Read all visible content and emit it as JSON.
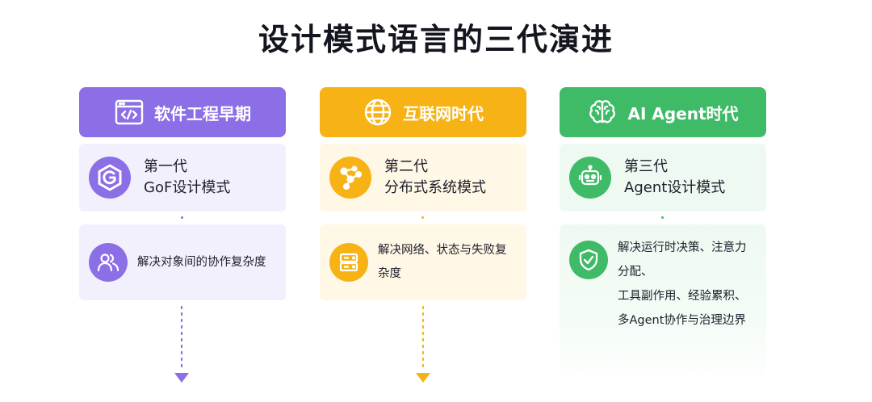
{
  "title": "设计模式语言的三代演进",
  "columns": [
    {
      "era": "软件工程早期",
      "era_icon": "code-window-icon",
      "generation_line1": "第一代",
      "generation_line2": "GoF设计模式",
      "generation_icon": "g-hexagon-icon",
      "description": [
        "解决对象间的协作复杂度"
      ],
      "description_icon": "users-icon",
      "color": "#8c6ee6"
    },
    {
      "era": "互联网时代",
      "era_icon": "globe-icon",
      "generation_line1": "第二代",
      "generation_line2": "分布式系统模式",
      "generation_icon": "network-nodes-icon",
      "description": [
        "解决网络、状态与失败复",
        "杂度"
      ],
      "description_icon": "server-icon",
      "color": "#f7b316"
    },
    {
      "era": "AI Agent时代",
      "era_icon": "brain-icon",
      "generation_line1": "第三代",
      "generation_line2": "Agent设计模式",
      "generation_icon": "robot-icon",
      "description": [
        "解决运行时决策、注意力",
        "分配、",
        "工具副作用、经验累积、",
        "多Agent协作与治理边界"
      ],
      "description_icon": "shield-check-icon",
      "color": "#3fbb68"
    }
  ]
}
